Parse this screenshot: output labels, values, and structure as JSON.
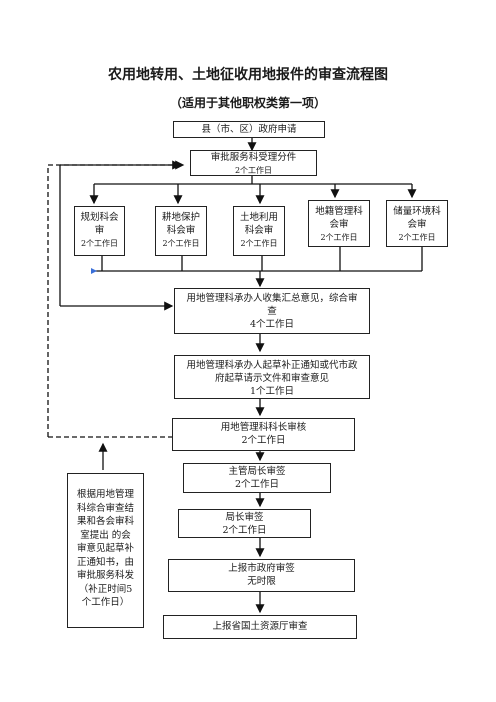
{
  "title": "农用地转用、土地征收用地报件的审查流程图",
  "subtitle": "（适用于其他职权类第一项）",
  "nodes": {
    "county": "县（市、区）政府申请",
    "accept": {
      "line1": "审批服务科受理分件",
      "line2": "2个工作日"
    },
    "planning": {
      "line1": "规划科会",
      "line2": "审",
      "line3": "2个工作日"
    },
    "farmland": {
      "line1": "耕地保护",
      "line2": "科会审",
      "line3": "2个工作日"
    },
    "landuse": {
      "line1": "土地利用",
      "line2": "科会审",
      "line3": "2个工作日"
    },
    "cadastre": {
      "line1": "地籍管理科",
      "line2": "会审",
      "line3": "2个工作日"
    },
    "reserve": {
      "line1": "储量环境科",
      "line2": "会审",
      "line3": "2个工作日"
    },
    "collect": {
      "line1": "用地管理科承办人收集汇总意见，综合审",
      "line2": "查",
      "line3": "4个工作日"
    },
    "draft": {
      "line1": "用地管理科承办人起草补正通知或代市政",
      "line2": "府起草请示文件和审查意见",
      "line3": "1个工作日"
    },
    "chief": {
      "line1": "用地管理科科长审核",
      "line2": "2个工作日"
    },
    "deputy": {
      "line1": "主管局长审签",
      "line2": "2个工作日"
    },
    "director": {
      "line1": "局长审签",
      "line2": "2个工作日"
    },
    "city": {
      "line1": "上报市政府审签",
      "line2": "无时限"
    },
    "province": "上报省国土资源厅审查",
    "note": [
      "根据用地管理",
      "科综合审查结",
      "果和各会审科",
      "室提出 的会",
      "审意见起草补",
      "正通知书，由",
      "审批服务科发",
      "（补正时间5",
      "个工作日）"
    ]
  }
}
